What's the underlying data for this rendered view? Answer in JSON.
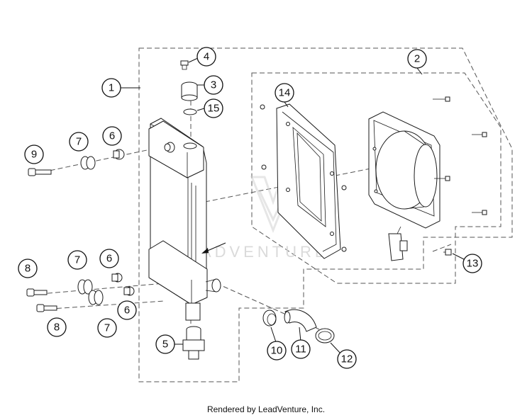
{
  "watermark": "LEADVENTURE",
  "footer": "Rendered by LeadVenture, Inc.",
  "callouts": {
    "c1": "1",
    "c2": "2",
    "c3": "3",
    "c4": "4",
    "c5": "5",
    "c6a": "6",
    "c6b": "6",
    "c6c": "6",
    "c7a": "7",
    "c7b": "7",
    "c7c": "7",
    "c8a": "8",
    "c8b": "8",
    "c9": "9",
    "c10": "10",
    "c11": "11",
    "c12": "12",
    "c13": "13",
    "c14": "14",
    "c15": "15"
  }
}
